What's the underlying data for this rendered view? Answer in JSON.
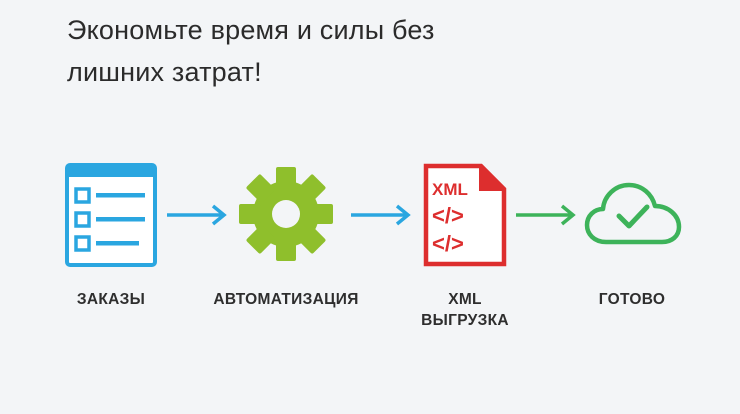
{
  "headline": {
    "line1": "Экономьте время и силы без",
    "line2": "лишних затрат!"
  },
  "steps": [
    {
      "label_lines": [
        "ЗАКАЗЫ"
      ],
      "icon": "order-list-icon",
      "color": "#2aa6e0"
    },
    {
      "label_lines": [
        "АВТОМАТИЗАЦИЯ"
      ],
      "icon": "gear-icon",
      "color": "#8fbf2c"
    },
    {
      "label_lines": [
        "XML",
        "ВЫГРУЗКА"
      ],
      "icon": "xml-file-icon",
      "color": "#dd2e2e",
      "icon_text": "XML",
      "code_glyph": "</>"
    },
    {
      "label_lines": [
        "ГОТОВО"
      ],
      "icon": "cloud-check-icon",
      "color": "#3db35a"
    }
  ],
  "arrows": [
    {
      "color": "#2aa6e0"
    },
    {
      "color": "#2aa6e0"
    },
    {
      "color": "#3db35a"
    }
  ]
}
